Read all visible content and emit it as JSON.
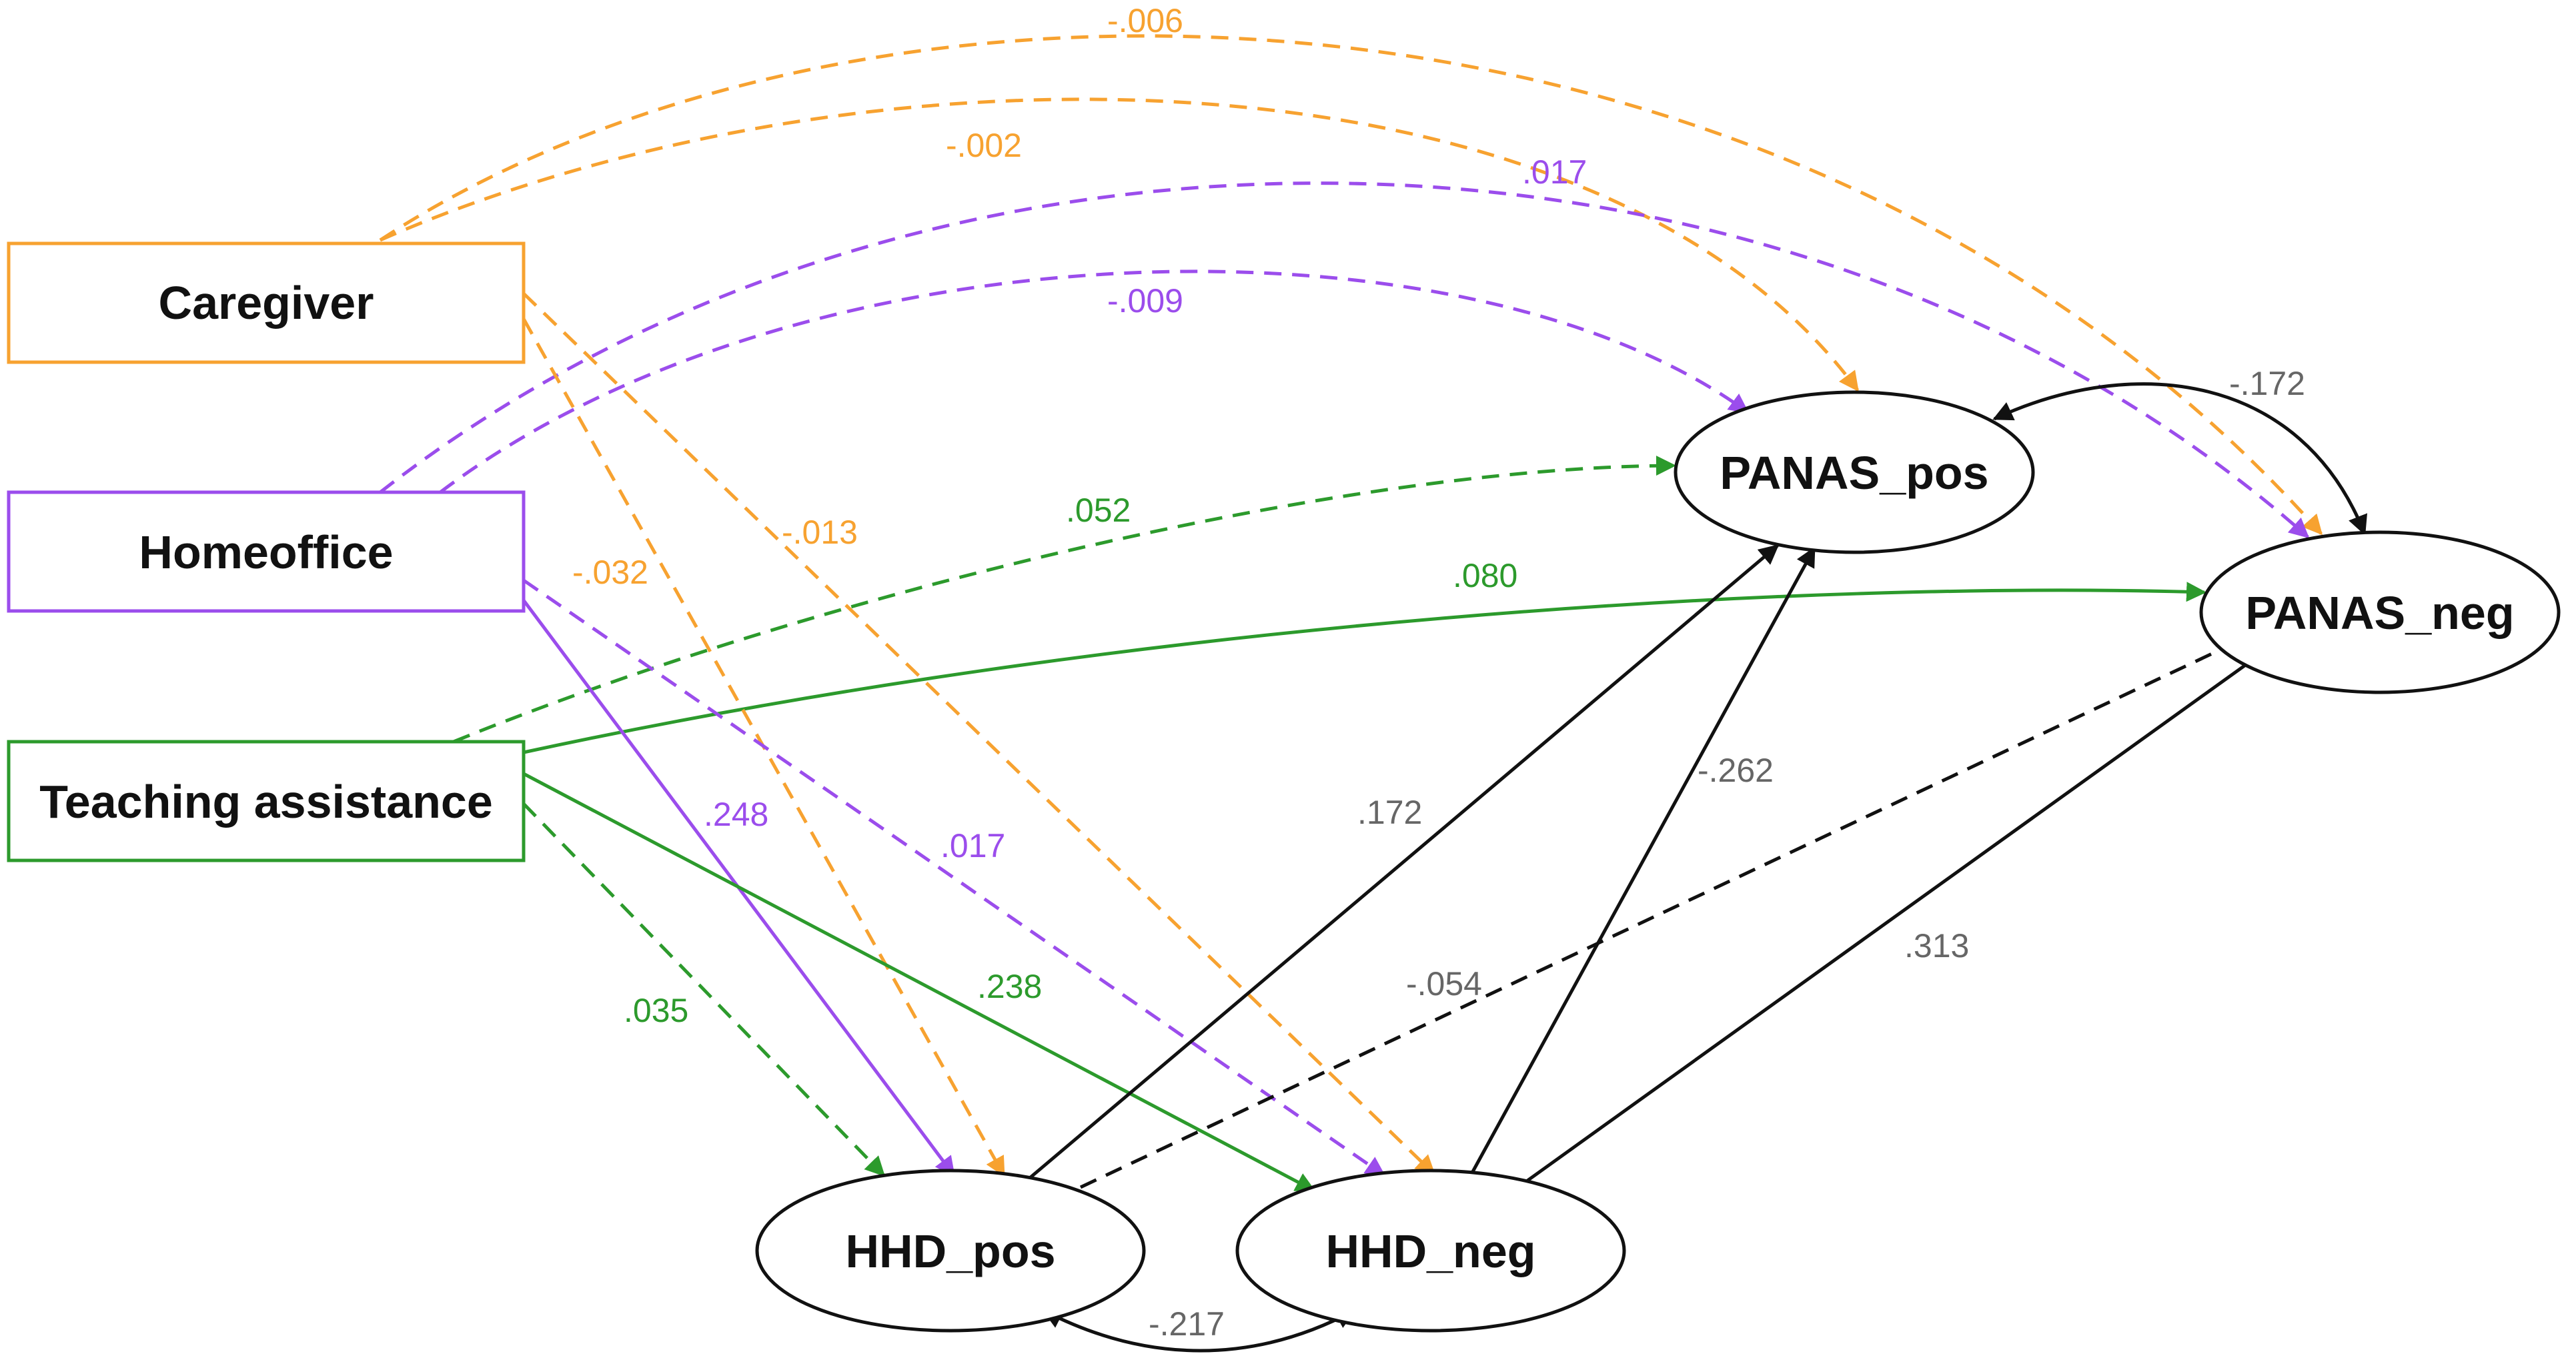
{
  "colors": {
    "caregiver": "#f7a230",
    "homeoffice": "#9b4dec",
    "teaching": "#2c9a2c",
    "black": "#111111",
    "label_gray": "#666666"
  },
  "nodes": {
    "caregiver": "Caregiver",
    "homeoffice": "Homeoffice",
    "teaching": "Teaching assistance",
    "panas_pos": "PANAS_pos",
    "panas_neg": "PANAS_neg",
    "hhd_pos": "HHD_pos",
    "hhd_neg": "HHD_neg"
  },
  "paths": [
    {
      "from": "caregiver",
      "to": "panas_neg",
      "coefficient": "-.006",
      "style": "dashed"
    },
    {
      "from": "caregiver",
      "to": "panas_pos",
      "coefficient": "-.002",
      "style": "dashed"
    },
    {
      "from": "homeoffice",
      "to": "panas_neg",
      "coefficient": ".017",
      "style": "dashed"
    },
    {
      "from": "homeoffice",
      "to": "panas_pos",
      "coefficient": "-.009",
      "style": "dashed"
    },
    {
      "from": "panas_pos",
      "to": "panas_neg",
      "coefficient": "-.172",
      "style": "solid",
      "covariance": true
    },
    {
      "from": "teaching",
      "to": "panas_pos",
      "coefficient": ".052",
      "style": "dashed"
    },
    {
      "from": "teaching",
      "to": "panas_neg",
      "coefficient": ".080",
      "style": "solid"
    },
    {
      "from": "caregiver",
      "to": "hhd_pos",
      "coefficient": "-.032",
      "style": "dashed"
    },
    {
      "from": "caregiver",
      "to": "hhd_neg",
      "coefficient": "-.013",
      "style": "dashed"
    },
    {
      "from": "homeoffice",
      "to": "hhd_pos",
      "coefficient": ".248",
      "style": "solid"
    },
    {
      "from": "homeoffice",
      "to": "hhd_neg",
      "coefficient": ".017",
      "style": "dashed"
    },
    {
      "from": "teaching",
      "to": "hhd_pos",
      "coefficient": ".035",
      "style": "dashed"
    },
    {
      "from": "teaching",
      "to": "hhd_neg",
      "coefficient": ".238",
      "style": "solid"
    },
    {
      "from": "hhd_pos",
      "to": "panas_pos",
      "coefficient": ".172",
      "style": "solid"
    },
    {
      "from": "hhd_neg",
      "to": "panas_pos",
      "coefficient": "-.262",
      "style": "solid"
    },
    {
      "from": "hhd_pos",
      "to": "panas_neg",
      "coefficient": "-.054",
      "style": "dashed"
    },
    {
      "from": "hhd_neg",
      "to": "panas_neg",
      "coefficient": ".313",
      "style": "solid"
    },
    {
      "from": "hhd_pos",
      "to": "hhd_neg",
      "coefficient": "-.217",
      "style": "solid",
      "covariance": true
    }
  ]
}
